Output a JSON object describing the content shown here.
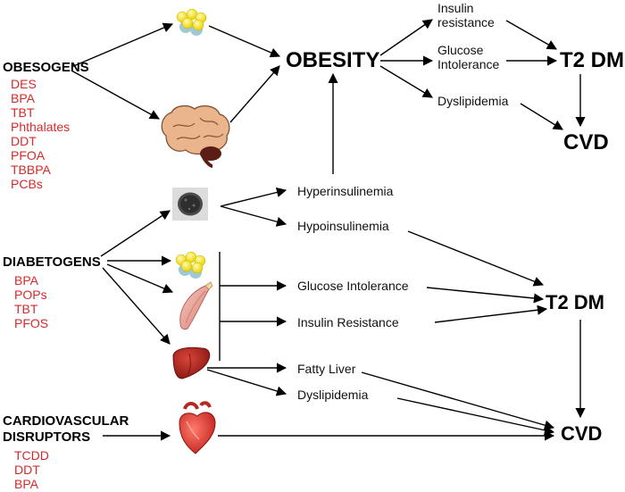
{
  "colors": {
    "chemical_red": "#d42b2b",
    "arrow": "#000000",
    "fat_yellow": "#f2e21a",
    "fat_blue": "#9fc9d6",
    "liver": "#a8201a",
    "heart": "#d8302c",
    "muscle": "#e8a8a0",
    "brain": "#e9b48a"
  },
  "groups": {
    "obesogens": {
      "title": "OBESOGENS",
      "chemicals": [
        "DES",
        "BPA",
        "TBT",
        "Phthalates",
        "DDT",
        "PFOA",
        "TBBPA",
        "PCBs"
      ]
    },
    "diabetogens": {
      "title": "DIABETOGENS",
      "chemicals": [
        "BPA",
        "POPs",
        "TBT",
        "PFOS"
      ]
    },
    "cardiovascular": {
      "title_line1": "CARDIOVASCULAR",
      "title_line2": "DISRUPTORS",
      "chemicals": [
        "TCDD",
        "DDT",
        "BPA"
      ]
    }
  },
  "outcomes": {
    "obesity": "OBESITY",
    "t2dm_top": "T2 DM",
    "cvd_top": "CVD",
    "t2dm_mid": "T2 DM",
    "cvd_bottom": "CVD"
  },
  "effects": {
    "insulin_resistance_top": "Insulin resistance",
    "glucose_intolerance_top": "Glucose Intolerance",
    "dyslipidemia_top": "Dyslipidemia",
    "hyperinsulinemia": "Hyperinsulinemia",
    "hypoinsulinemia": "Hypoinsulinemia",
    "glucose_intolerance_mid": "Glucose Intolerance",
    "insulin_resistance_mid": "Insulin Resistance",
    "fatty_liver": "Fatty Liver",
    "dyslipidemia_bottom": "Dyslipidemia"
  },
  "icons": [
    "adipocytes-icon",
    "brain-icon",
    "pancreatic-islet-icon",
    "muscle-icon",
    "liver-icon",
    "heart-icon"
  ]
}
